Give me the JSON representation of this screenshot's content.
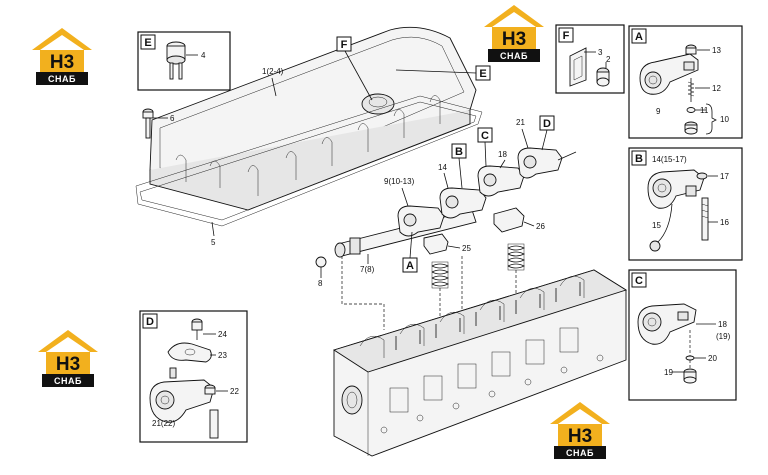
{
  "logo": {
    "mark": "H3",
    "sub": "СНАБ",
    "color": "#f2b01e"
  },
  "insets": {
    "E": {
      "letter": "E",
      "parts": [
        "4"
      ]
    },
    "F": {
      "letter": "F",
      "parts": [
        "3",
        "2"
      ]
    },
    "A": {
      "letter": "A",
      "parts": [
        "13",
        "12",
        "11",
        "9",
        "10"
      ]
    },
    "B": {
      "letter": "B",
      "parts": [
        "14(15-17)",
        "17",
        "15",
        "16"
      ]
    },
    "C": {
      "letter": "C",
      "parts": [
        "18",
        "(19)",
        "20",
        "19"
      ]
    },
    "D": {
      "letter": "D",
      "parts": [
        "24",
        "23",
        "22",
        "21(22)"
      ]
    }
  },
  "main_labels": {
    "p1": "1(2-4)",
    "p6": "6",
    "p5": "5",
    "p9": "9(10-13)",
    "p14": "14",
    "p18": "18",
    "p21": "21",
    "p26": "26",
    "p25": "25",
    "p7": "7(8)",
    "p8": "8"
  },
  "callouts": [
    "F",
    "E",
    "B",
    "C",
    "D",
    "A"
  ]
}
